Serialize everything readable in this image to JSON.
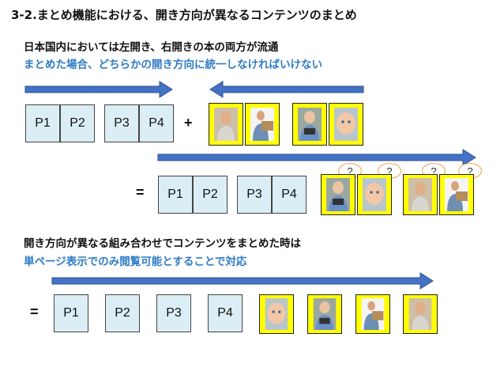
{
  "title": "3-2.まとめ機能における、開き方向が異なるコンテンツのまとめ",
  "intro": {
    "line1": "日本国内においては左開き、右開きの本の両方が流通",
    "line2": "まとめた場合、どちらかの開き方向に統一しなければいけない"
  },
  "row1": {
    "pages": [
      "P1",
      "P2",
      "P3",
      "P4"
    ],
    "plus": "+"
  },
  "row2": {
    "equals": "=",
    "pages": [
      "P1",
      "P2",
      "P3",
      "P4"
    ],
    "question_marks": [
      "?",
      "?",
      "?",
      "?"
    ]
  },
  "conclusion": {
    "line1": "開き方向が異なる組み合わせでコンテンツをまとめた時は",
    "line2": "単ページ表示でのみ閲覧可能とすることで対応"
  },
  "row3": {
    "equals": "=",
    "pages": [
      "P1",
      "P2",
      "P3",
      "P4"
    ]
  },
  "colors": {
    "arrow_fill": "#4472c4",
    "page_fill": "#dbeef5",
    "photo_frame": "#ffff00",
    "accent_text": "#2f7cc4",
    "question_border": "#f0a050"
  },
  "photo_icons": [
    "man-with-sign",
    "baby",
    "boy-with-camera",
    "man-smiling"
  ]
}
